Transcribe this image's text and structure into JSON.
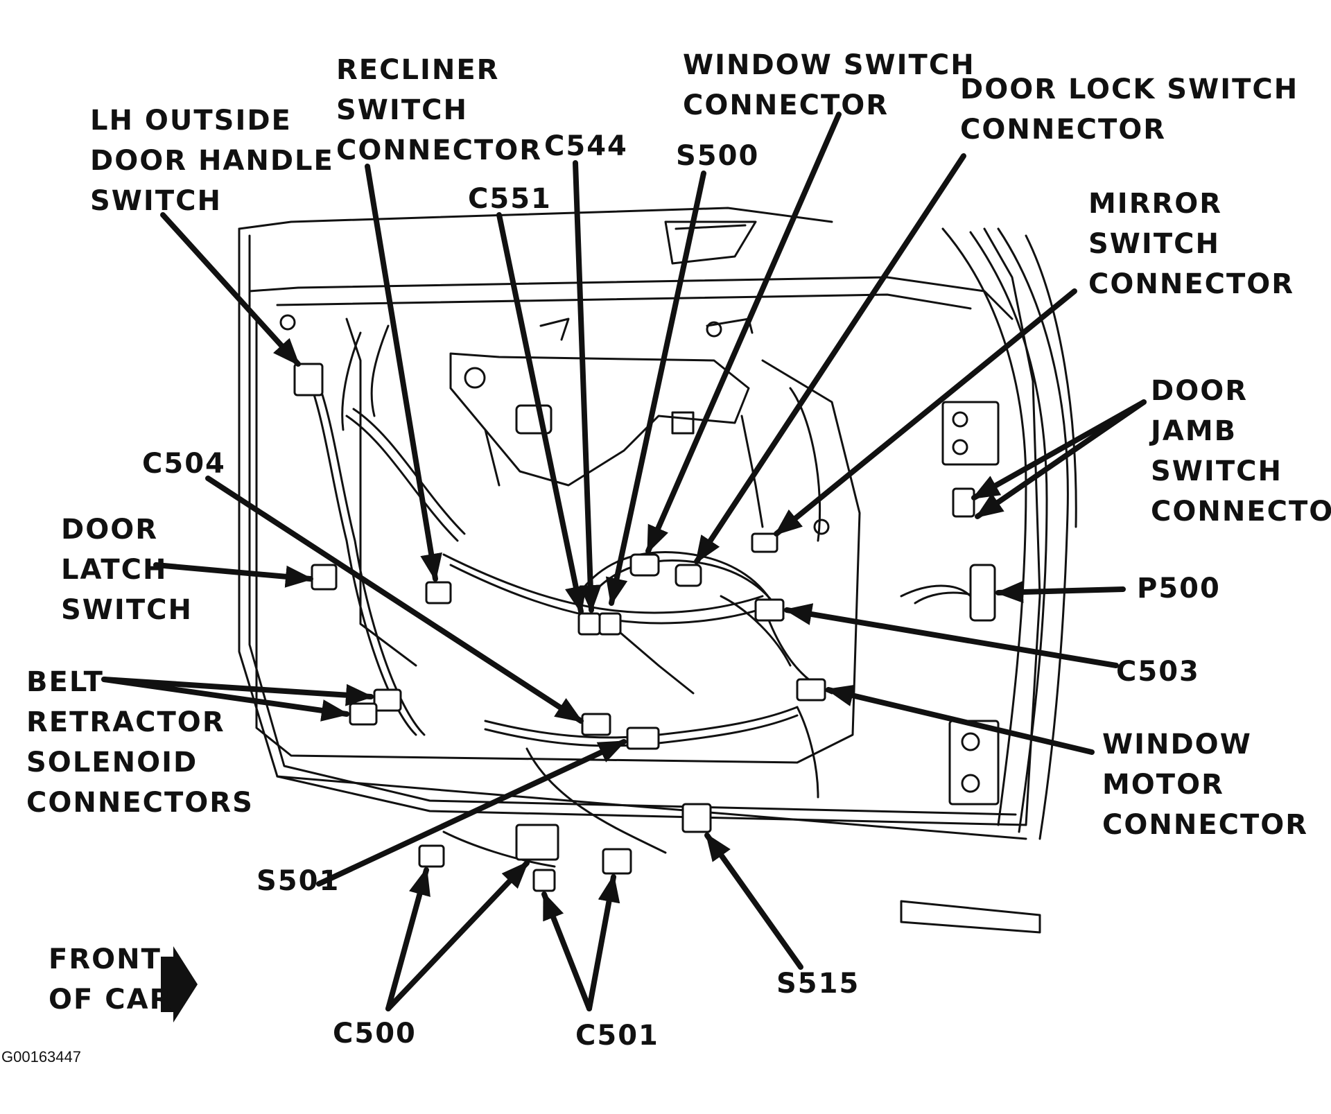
{
  "labels": {
    "lh_outside_door_handle_switch": [
      "LH OUTSIDE",
      "DOOR HANDLE",
      "SWITCH"
    ],
    "recliner_switch_connector": [
      "RECLINER",
      "SWITCH",
      "CONNECTOR"
    ],
    "c544": "C544",
    "c551": "C551",
    "window_switch_connector": [
      "WINDOW SWITCH",
      "CONNECTOR"
    ],
    "s500": "S500",
    "door_lock_switch_connector": [
      "DOOR LOCK SWITCH",
      "CONNECTOR"
    ],
    "mirror_switch_connector": [
      "MIRROR",
      "SWITCH",
      "CONNECTOR"
    ],
    "door_jamb_switch_connector": [
      "DOOR",
      "JAMB",
      "SWITCH",
      "CONNECTOR"
    ],
    "p500": "P500",
    "c503": "C503",
    "window_motor_connector": [
      "WINDOW",
      "MOTOR",
      "CONNECTOR"
    ],
    "c504": "C504",
    "door_latch_switch": [
      "DOOR",
      "LATCH",
      "SWITCH"
    ],
    "belt_retractor_solenoid_connectors": [
      "BELT",
      "RETRACTOR",
      "SOLENOID",
      "CONNECTORS"
    ],
    "s501": "S501",
    "s515": "S515",
    "c500": "C500",
    "c501": "C501",
    "front_of_car": [
      "FRONT",
      "OF CAR"
    ]
  },
  "figure_id": "G00163447",
  "colors": {
    "ink": "#111111",
    "background": "#ffffff"
  }
}
